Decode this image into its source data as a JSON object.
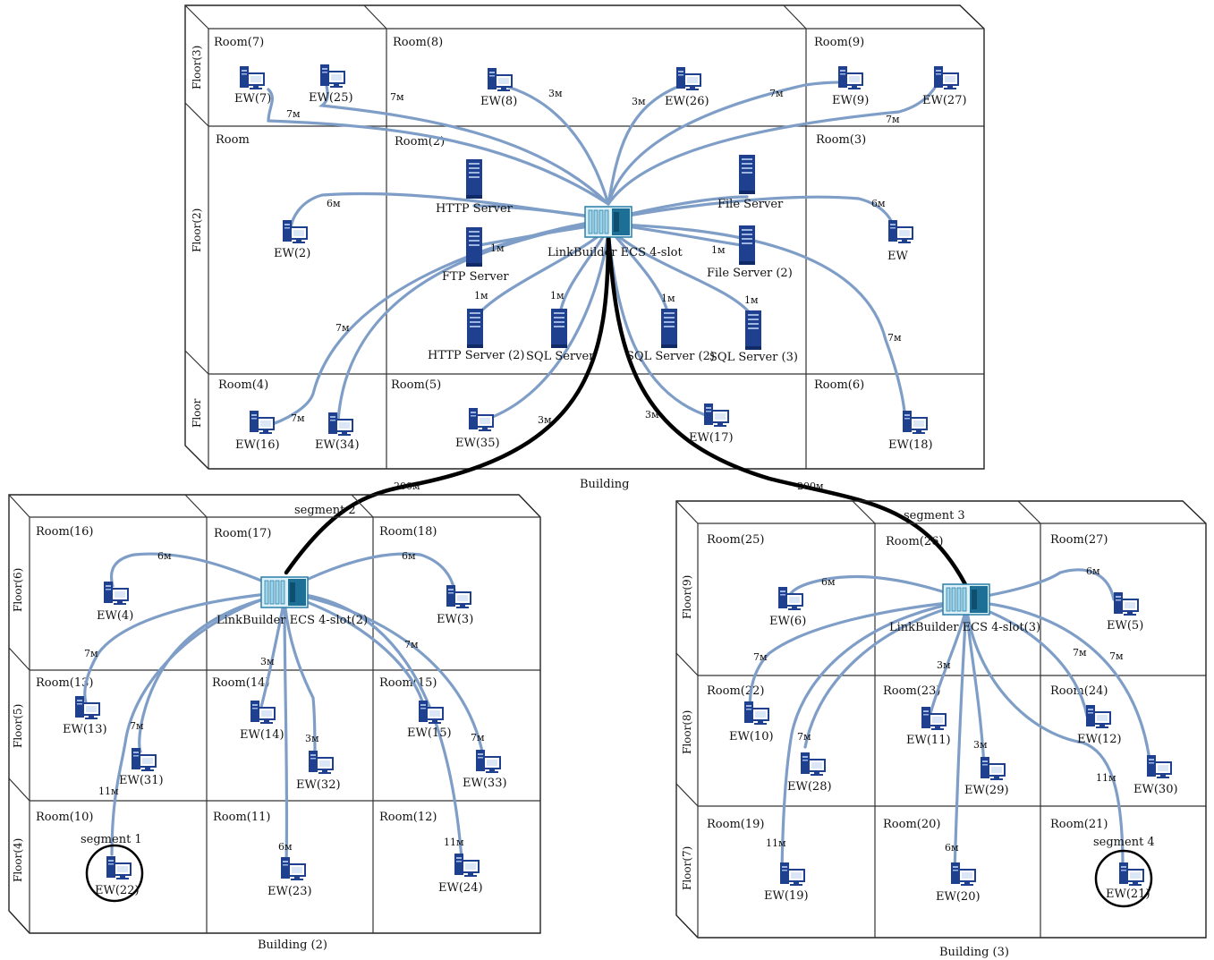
{
  "buildings": [
    {
      "name": "Building",
      "floors": [
        "Floor(3)",
        "Floor(2)",
        "Floor"
      ],
      "rooms": [
        "Room(7)",
        "Room(8)",
        "Room(9)",
        "Room",
        "Room(2)",
        "Room(3)",
        "Room(4)",
        "Room(5)",
        "Room(6)"
      ],
      "switch": "LinkBuilder ECS 4-slot",
      "servers": [
        "HTTP Server",
        "FTP Server",
        "File Server",
        "File Server (2)",
        "HTTP Server (2)",
        "SQL Server",
        "SQL Server (2)",
        "SQL Server (3)"
      ],
      "workstations": [
        {
          "label": "EW(7)",
          "cable": "7м"
        },
        {
          "label": "EW(25)",
          "cable": "7м"
        },
        {
          "label": "EW(8)",
          "cable": "3м"
        },
        {
          "label": "EW(26)",
          "cable": "3м"
        },
        {
          "label": "EW(9)",
          "cable": "7м"
        },
        {
          "label": "EW(27)",
          "cable": "7м"
        },
        {
          "label": "EW(2)",
          "cable": "6м"
        },
        {
          "label": "EW",
          "cable": "6м"
        },
        {
          "label": "EW(16)",
          "cable": "7м"
        },
        {
          "label": "EW(34)",
          "cable": "7м"
        },
        {
          "label": "EW(35)",
          "cable": "3м"
        },
        {
          "label": "EW(17)",
          "cable": "3м"
        },
        {
          "label": "EW(18)",
          "cable": "7м"
        }
      ]
    },
    {
      "name": "Building (2)",
      "floors": [
        "Floor(6)",
        "Floor(5)",
        "Floor(4)"
      ],
      "rooms": [
        "Room(16)",
        "Room(17)",
        "Room(18)",
        "Room(13)",
        "Room(14)",
        "Room(15)",
        "Room(10)",
        "Room(11)",
        "Room(12)"
      ],
      "switch": "LinkBuilder ECS 4-slot(2)",
      "segments": [
        "segment 1",
        "segment 2"
      ],
      "workstations": [
        {
          "label": "EW(4)",
          "cable": "6м"
        },
        {
          "label": "EW(3)",
          "cable": "6м"
        },
        {
          "label": "EW(13)",
          "cable": "7м"
        },
        {
          "label": "EW(31)",
          "cable": "7м"
        },
        {
          "label": "EW(14)",
          "cable": "3м"
        },
        {
          "label": "EW(32)",
          "cable": "3м"
        },
        {
          "label": "EW(15)",
          "cable": "7м"
        },
        {
          "label": "EW(33)",
          "cable": "7м"
        },
        {
          "label": "EW(22)",
          "cable": "11м"
        },
        {
          "label": "EW(23)",
          "cable": "6м"
        },
        {
          "label": "EW(24)",
          "cable": "11м"
        }
      ]
    },
    {
      "name": "Building (3)",
      "floors": [
        "Floor(9)",
        "Floor(8)",
        "Floor(7)"
      ],
      "rooms": [
        "Room(25)",
        "Room(26)",
        "Room(27)",
        "Room(22)",
        "Room(23)",
        "Room(24)",
        "Room(19)",
        "Room(20)",
        "Room(21)"
      ],
      "switch": "LinkBuilder ECS 4-slot(3)",
      "segments": [
        "segment 3",
        "segment 4"
      ],
      "workstations": [
        {
          "label": "EW(6)",
          "cable": "6м"
        },
        {
          "label": "EW(5)",
          "cable": "6м"
        },
        {
          "label": "EW(10)",
          "cable": "7м"
        },
        {
          "label": "EW(28)",
          "cable": "7м"
        },
        {
          "label": "EW(11)",
          "cable": "3м"
        },
        {
          "label": "EW(29)",
          "cable": "3м"
        },
        {
          "label": "EW(12)",
          "cable": "7м"
        },
        {
          "label": "EW(30)",
          "cable": "7м"
        },
        {
          "label": "EW(19)",
          "cable": "11м"
        },
        {
          "label": "EW(20)",
          "cable": "6м"
        },
        {
          "label": "EW(21)",
          "cable": "11м"
        }
      ]
    }
  ],
  "server_cable": "1м",
  "trunk_cable": "200м",
  "colors": {
    "cable": "#7f9ec7",
    "trunk": "#000000",
    "device": "#1f3f8f",
    "switch": "#3aa0c8"
  }
}
